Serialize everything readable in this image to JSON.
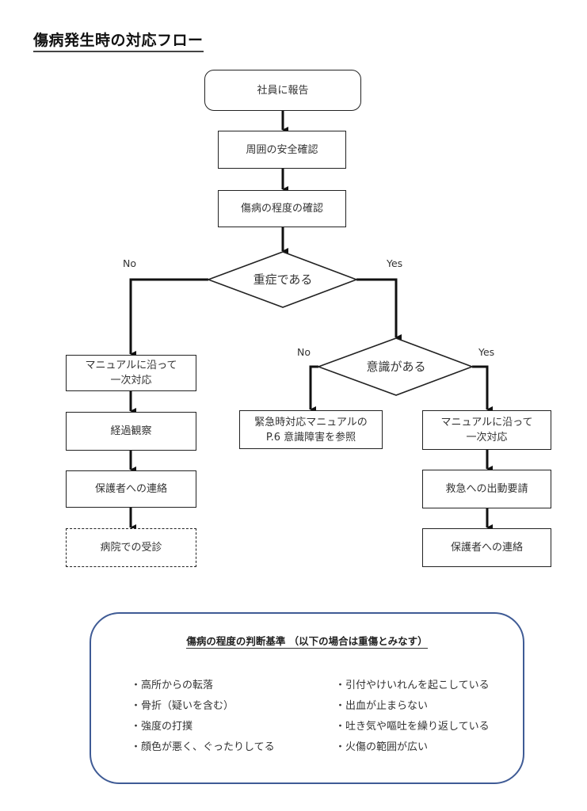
{
  "page_title": "傷病発生時の対応フロー",
  "flow": {
    "report": "社員に報告",
    "safety_check": "周囲の安全確認",
    "severity_check": "傷病の程度の確認",
    "decision_serious": "重症である",
    "decision_serious_no": "No",
    "decision_serious_yes": "Yes",
    "decision_conscious": "意識がある",
    "decision_conscious_no": "No",
    "decision_conscious_yes": "Yes",
    "left_branch": {
      "first_aid_line1": "マニュアルに沿って",
      "first_aid_line2": "一次対応",
      "observe": "経過観察",
      "contact_guardian": "保護者への連絡",
      "hospital_visit": "病院での受診"
    },
    "unconscious": {
      "line1": "緊急時対応マニュアルの",
      "line2": "P.6 意識障害を参照"
    },
    "right_branch": {
      "first_aid_line1": "マニュアルに沿って",
      "first_aid_line2": "一次対応",
      "call_ambulance": "救急への出動要請",
      "contact_guardian": "保護者への連絡"
    }
  },
  "criteria": {
    "title": "傷病の程度の判断基準 （以下の場合は重傷とみなす）",
    "left_items": [
      "・高所からの転落",
      "・骨折（疑いを含む）",
      "・強度の打撲",
      "・顔色が悪く、ぐったりしてる"
    ],
    "right_items": [
      "・引付やけいれんを起こしている",
      "・出血が止まらない",
      "・吐き気や嘔吐を繰り返している",
      "・火傷の範囲が広い"
    ],
    "border_color": "#3f5b95"
  }
}
